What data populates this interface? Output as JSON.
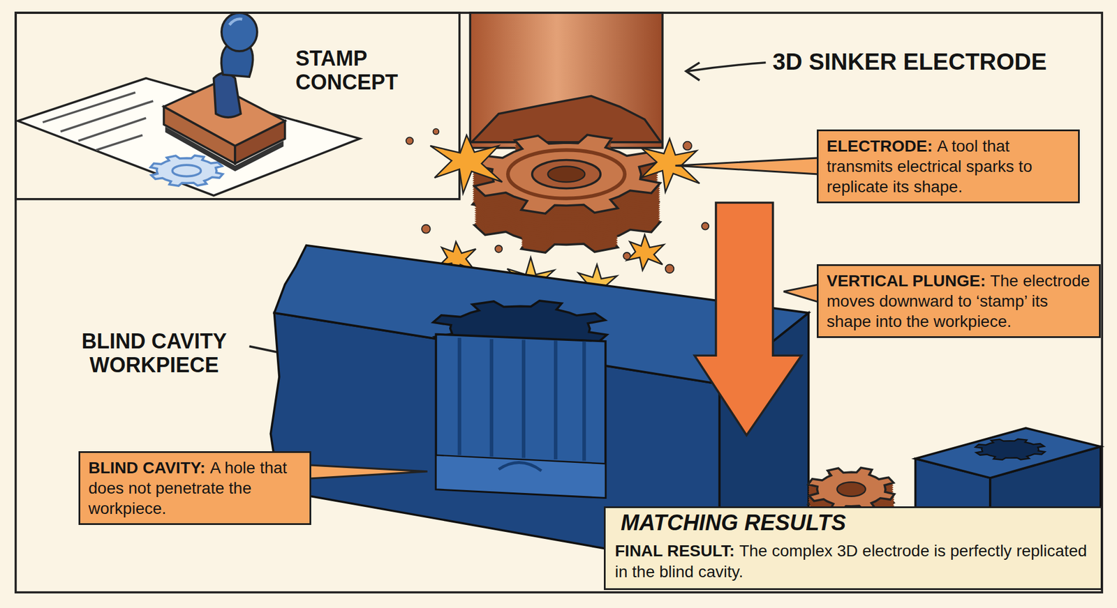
{
  "diagram": {
    "nodes": [
      {
        "text": [
          "ELECTRODE:",
          "A tool that transmits electrical sparks to replicate its shape."
        ]
      },
      {
        "text": [
          "VERTICAL PLUNGE:",
          "The electrode moves downward to ‘stamp’ its shape into the workpiece."
        ]
      },
      {
        "text": [
          "BLIND CAVITY:",
          "A hole that does not penetrate the workpiece."
        ]
      },
      {
        "text": [
          "MATCHING RESULTS",
          "FINAL RESULT:",
          "The complex 3D electrode is perfectly replicated in the blind cavity."
        ]
      }
    ],
    "labels": [
      "STAMP CONCEPT",
      "3D SINKER ELECTRODE",
      "BLIND CAVITY WORKPIECE"
    ]
  }
}
